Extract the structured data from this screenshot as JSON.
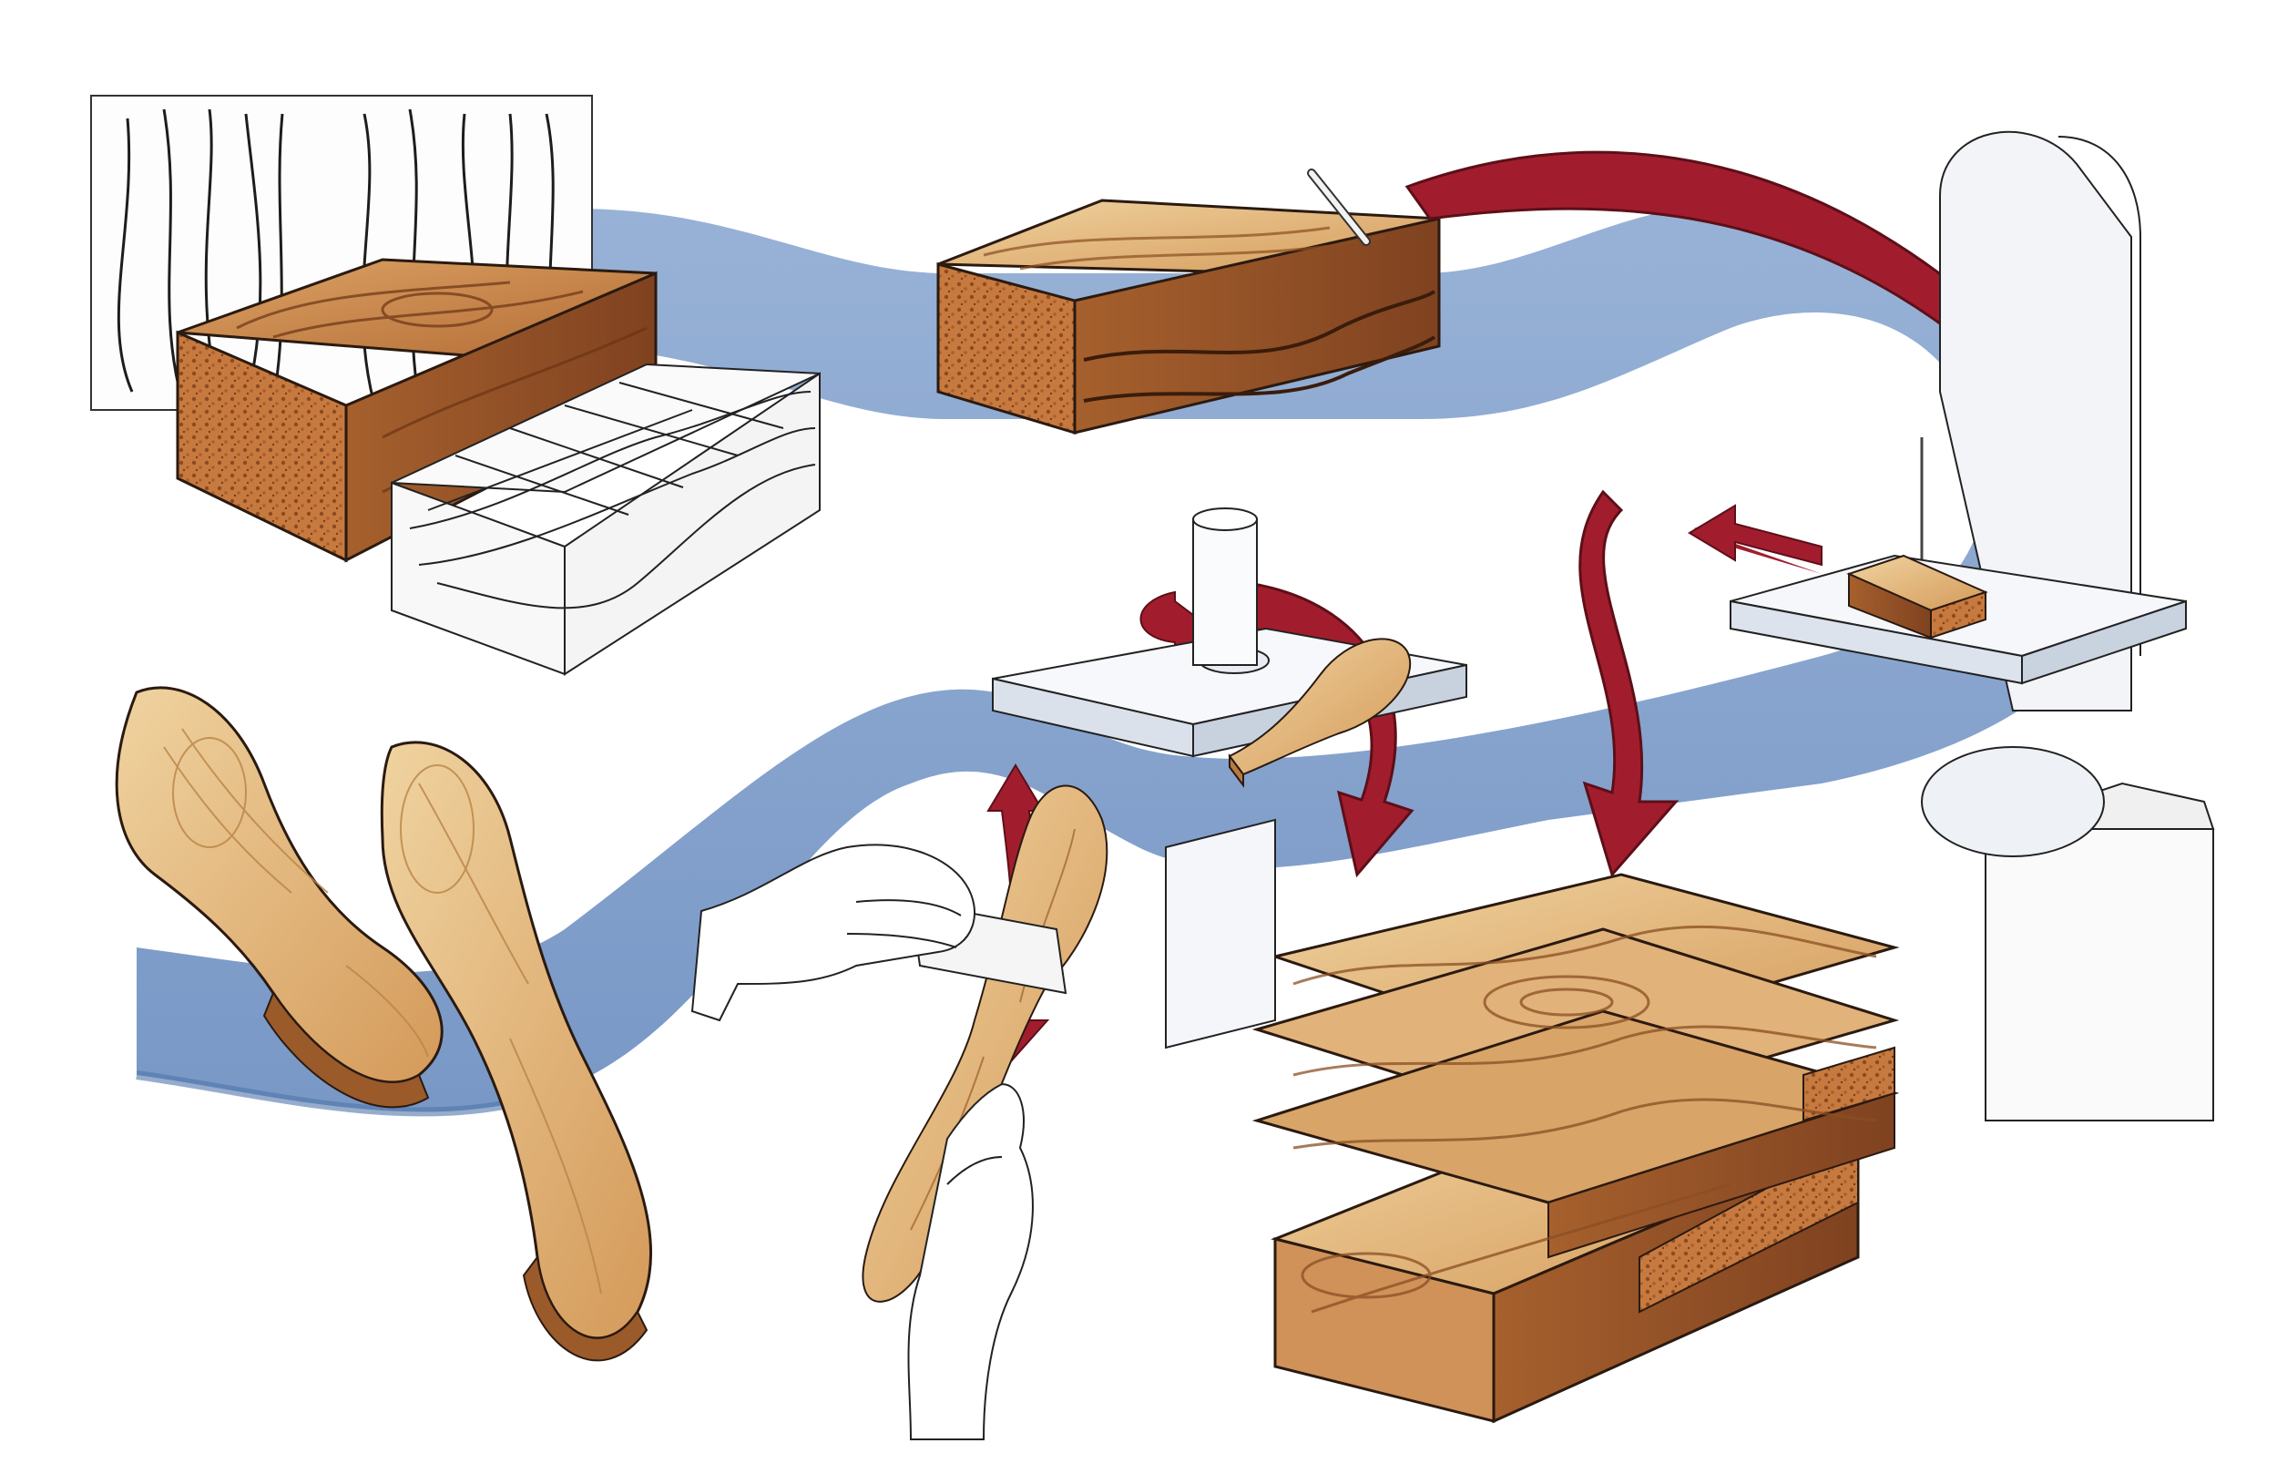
{
  "illustration": {
    "palette": {
      "paper": "#ffffff",
      "ribbon": "#7f9fcb",
      "ribbon_shade": "#5b80b5",
      "arrow": "#a11d2e",
      "arrow_light": "#e7b5b9",
      "wood_dark": "#9a5529",
      "wood_mid": "#c98a52",
      "wood_light": "#e4c08c",
      "end_grain": "#c77a3f",
      "machine": "#f2f4f8",
      "outline": "#222222"
    },
    "stages": [
      {
        "id": "design-sketch",
        "icons": [
          "grain-sketch-icon",
          "wood-block-icon",
          "wireframe-block-icon"
        ]
      },
      {
        "id": "mark-cut-line",
        "icons": [
          "marked-block-icon",
          "pencil-icon"
        ]
      },
      {
        "id": "bandsaw-cut",
        "icons": [
          "bandsaw-icon",
          "clamped-block-icon"
        ]
      },
      {
        "id": "sliced-layers",
        "icons": [
          "sliced-stack-icon"
        ]
      },
      {
        "id": "spindle-sand",
        "icons": [
          "spindle-sander-icon",
          "rough-spoon-icon"
        ]
      },
      {
        "id": "hand-finish",
        "icons": [
          "hand-icon",
          "sanding-paper-icon",
          "spoon-blank-icon"
        ]
      },
      {
        "id": "finished-pieces",
        "icons": [
          "finished-spoon-icon",
          "finished-spoon-icon"
        ]
      }
    ]
  }
}
